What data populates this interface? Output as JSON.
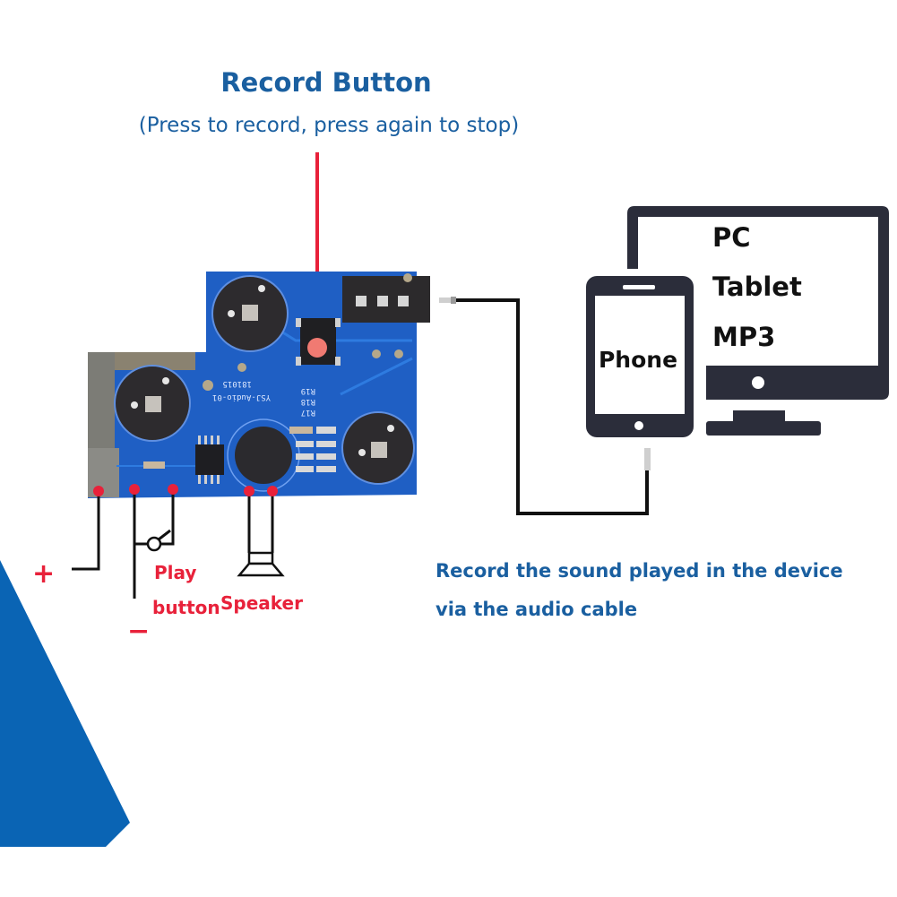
{
  "record_button": {
    "title": "Record Button",
    "subtitle": "(Press to record, press again to stop)"
  },
  "devices": {
    "monitor_labels": [
      "PC",
      "Tablet",
      "MP3"
    ],
    "phone_label": "Phone"
  },
  "caption": {
    "line1": "Record the sound played in the device",
    "line2": "via the audio cable"
  },
  "wiring": {
    "plus_sign": "+",
    "minus_sign": "−",
    "play_label_line1": "Play",
    "play_label_line2": "button",
    "speaker_label": "Speaker"
  },
  "pcb": {
    "board_name": "YSJ-Audio-01",
    "board_date": "181015",
    "ref_labels": [
      "R19",
      "R18",
      "R17"
    ]
  },
  "colors": {
    "title_blue": "#1a5fa0",
    "accent_red": "#e8213a",
    "pcb_blue": "#1f5fc4",
    "device_dark": "#2b2d3a",
    "corner_blue": "#0a64b4"
  }
}
